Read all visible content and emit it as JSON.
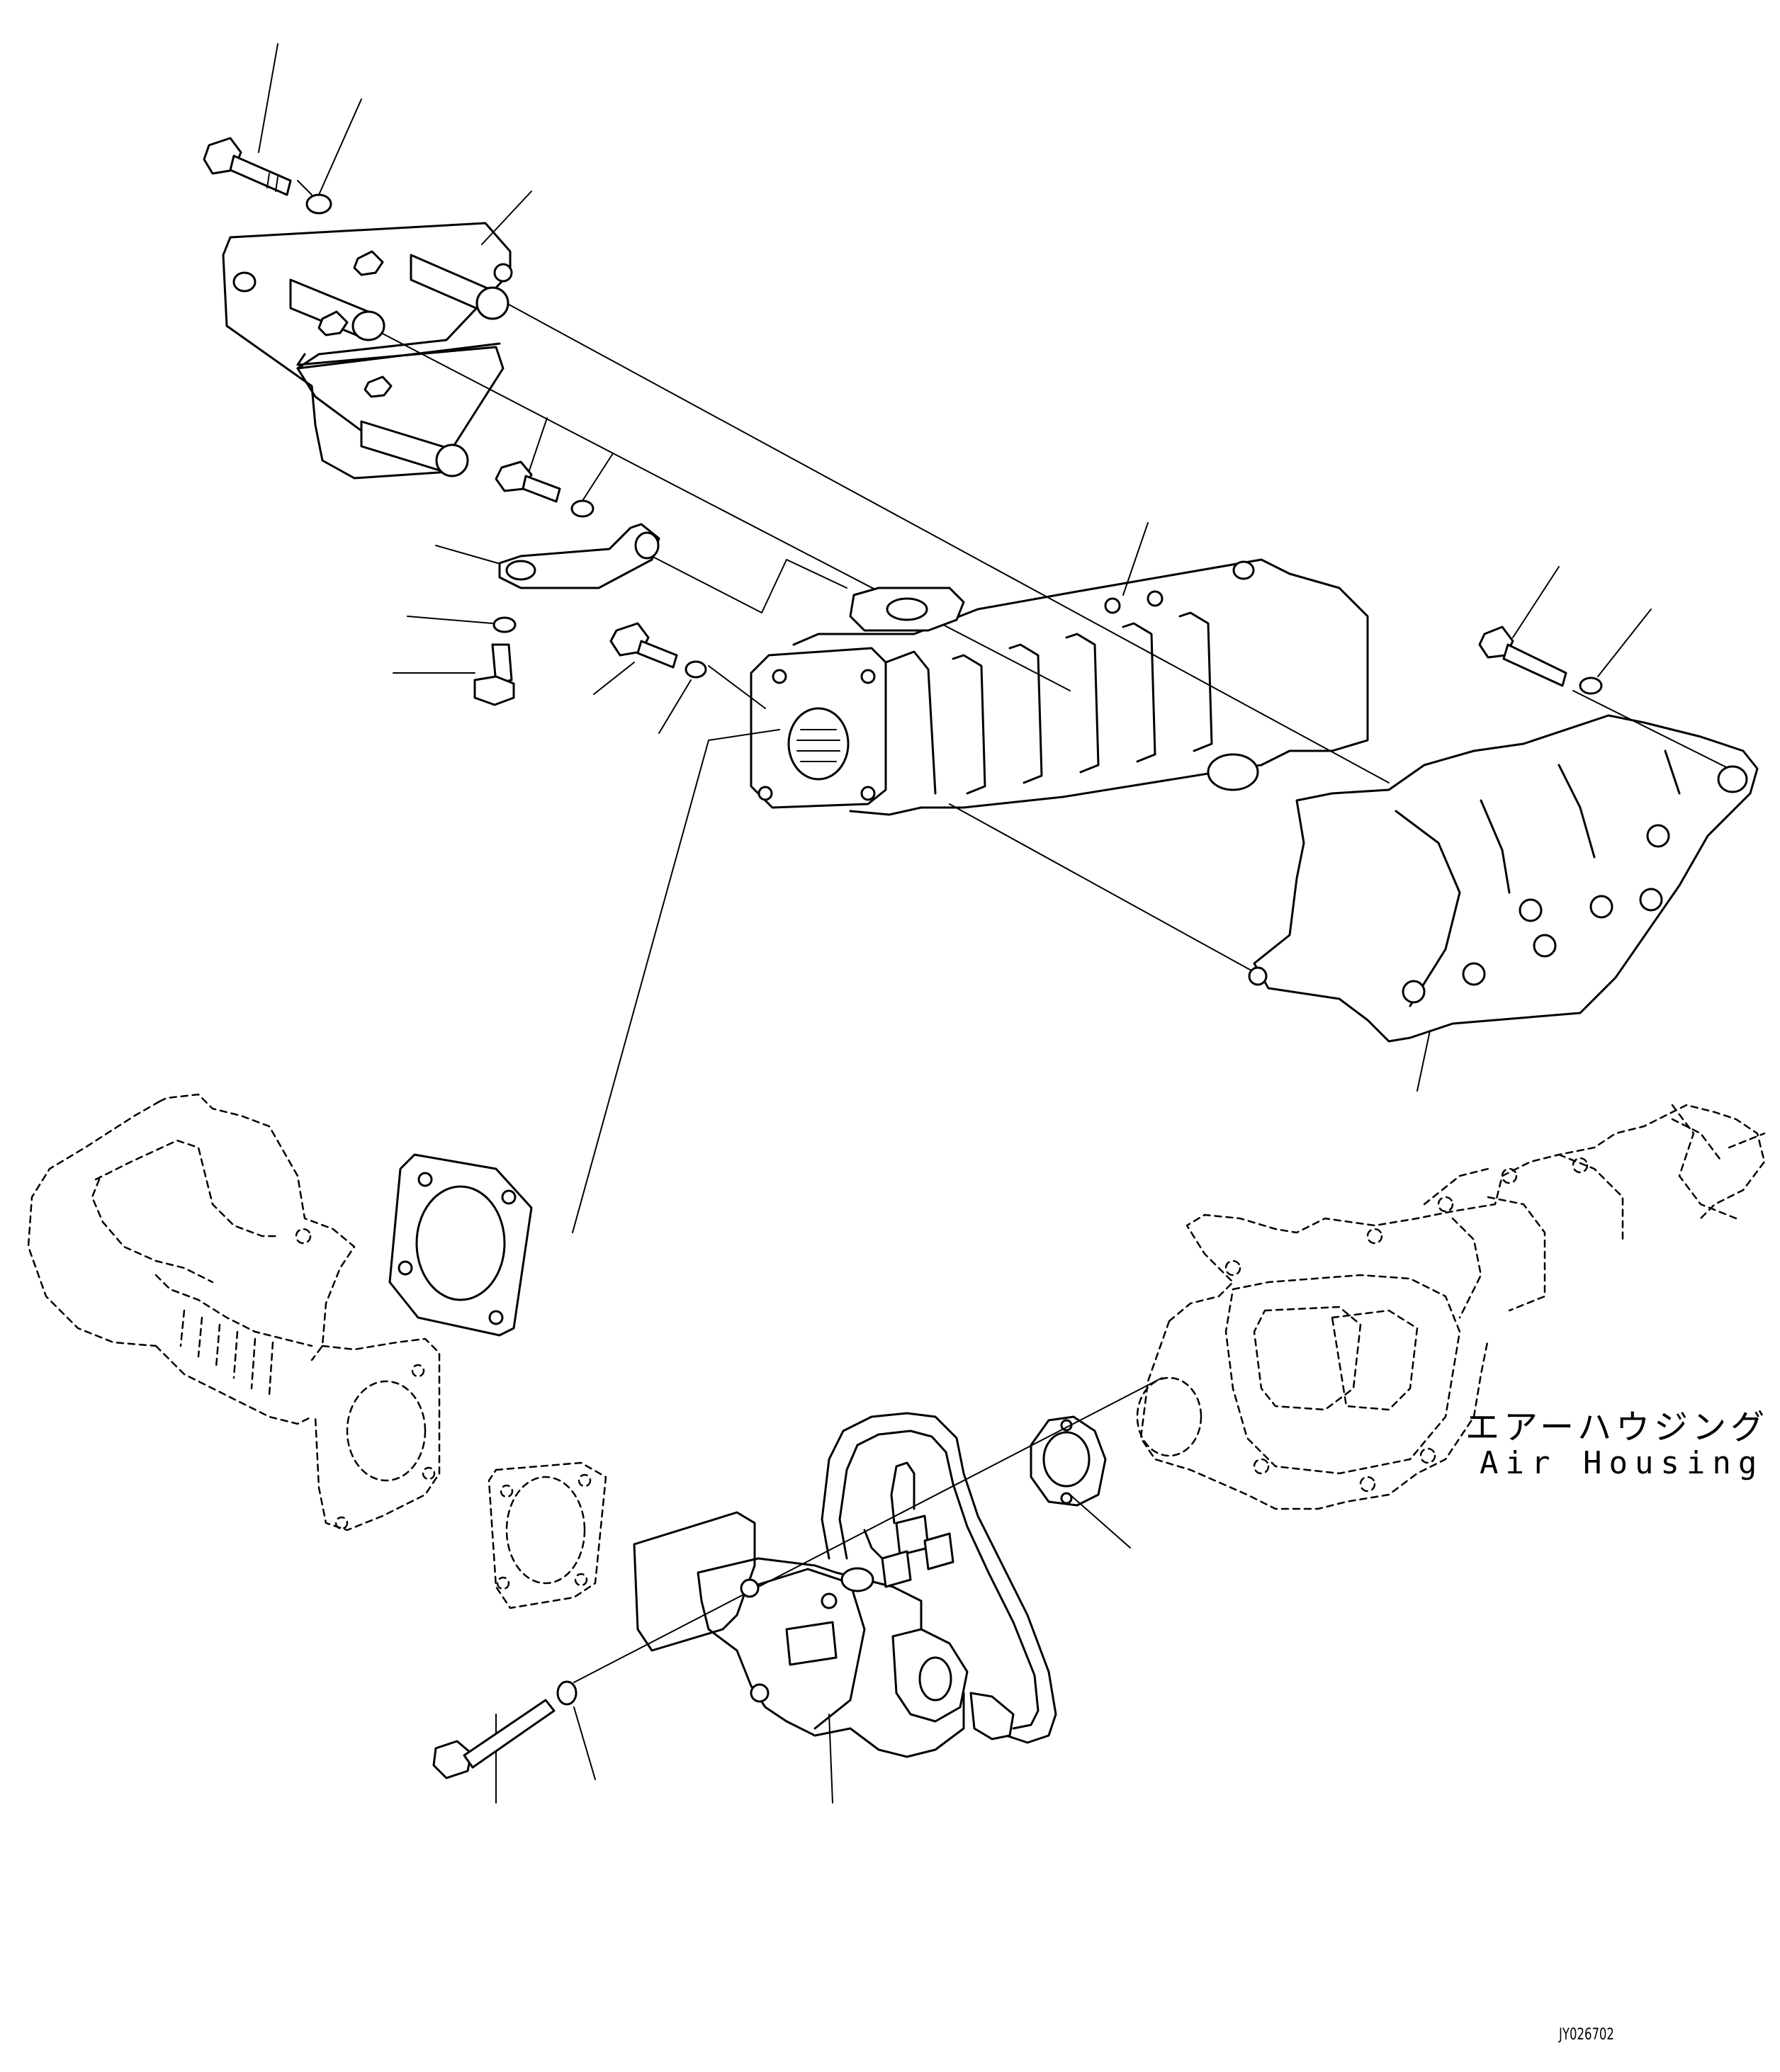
{
  "labels": {
    "air_housing_jp": "エアーハウジング",
    "air_housing_en": "Air Housing",
    "drawing_code": "JY026702"
  }
}
